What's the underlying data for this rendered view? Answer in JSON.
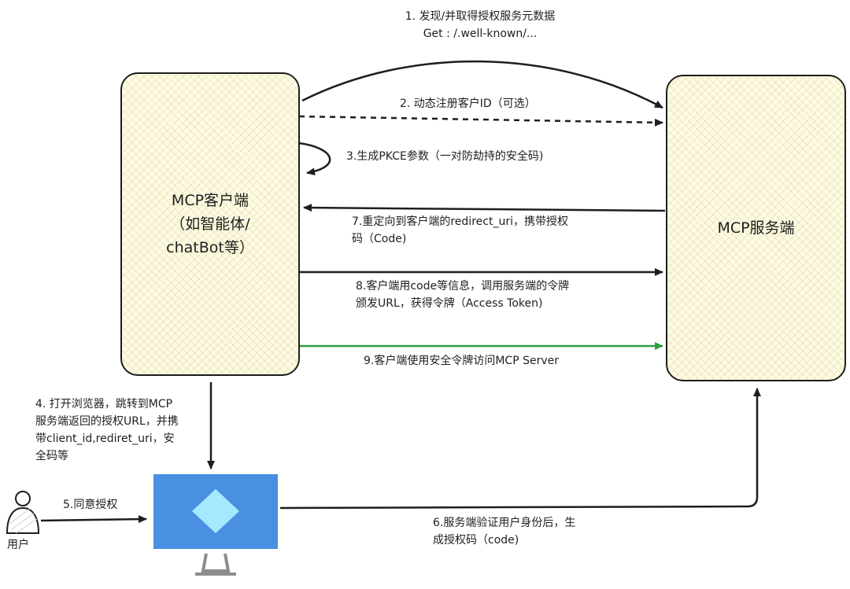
{
  "nodes": {
    "client": "MCP客户端\n（如智能体/\nchatBot等）",
    "server": "MCP服务端",
    "user": "用户"
  },
  "steps": {
    "s1_line1": "1. 发现/并取得授权服务元数据",
    "s1_line2": "Get : /.well-known/...",
    "s2": "2. 动态注册客户ID（可选）",
    "s3": "3.生成PKCE参数（一对防劫持的安全码)",
    "s4_line1": "4. 打开浏览器，跳转到MCP",
    "s4_line2": "服务端返回的授权URL，并携",
    "s4_line3": "带client_id,rediret_uri，安",
    "s4_line4": "全码等",
    "s5": "5.同意授权",
    "s6_line1": "6.服务端验证用户身份后，生",
    "s6_line2": "成授权码（code)",
    "s7_line1": "7.重定向到客户端的redirect_uri，携带授权",
    "s7_line2": "码（Code)",
    "s8_line1": "8.客户端用code等信息，调用服务端的令牌",
    "s8_line2": "颁发URL，获得令牌（Access Token)",
    "s9": "9.客户端使用安全令牌访问MCP Server"
  },
  "colors": {
    "stroke": "#1e1e1e",
    "box_fill": "#fdfbe6",
    "hatch": "#d6c86e",
    "green_arrow": "#2f9e44",
    "monitor_blue": "#4a90e2",
    "monitor_diamond": "#a5e9ff",
    "stand_gray": "#8c8c8c"
  },
  "icons": {
    "user": "person-outline-icon",
    "browser": "monitor-icon"
  }
}
